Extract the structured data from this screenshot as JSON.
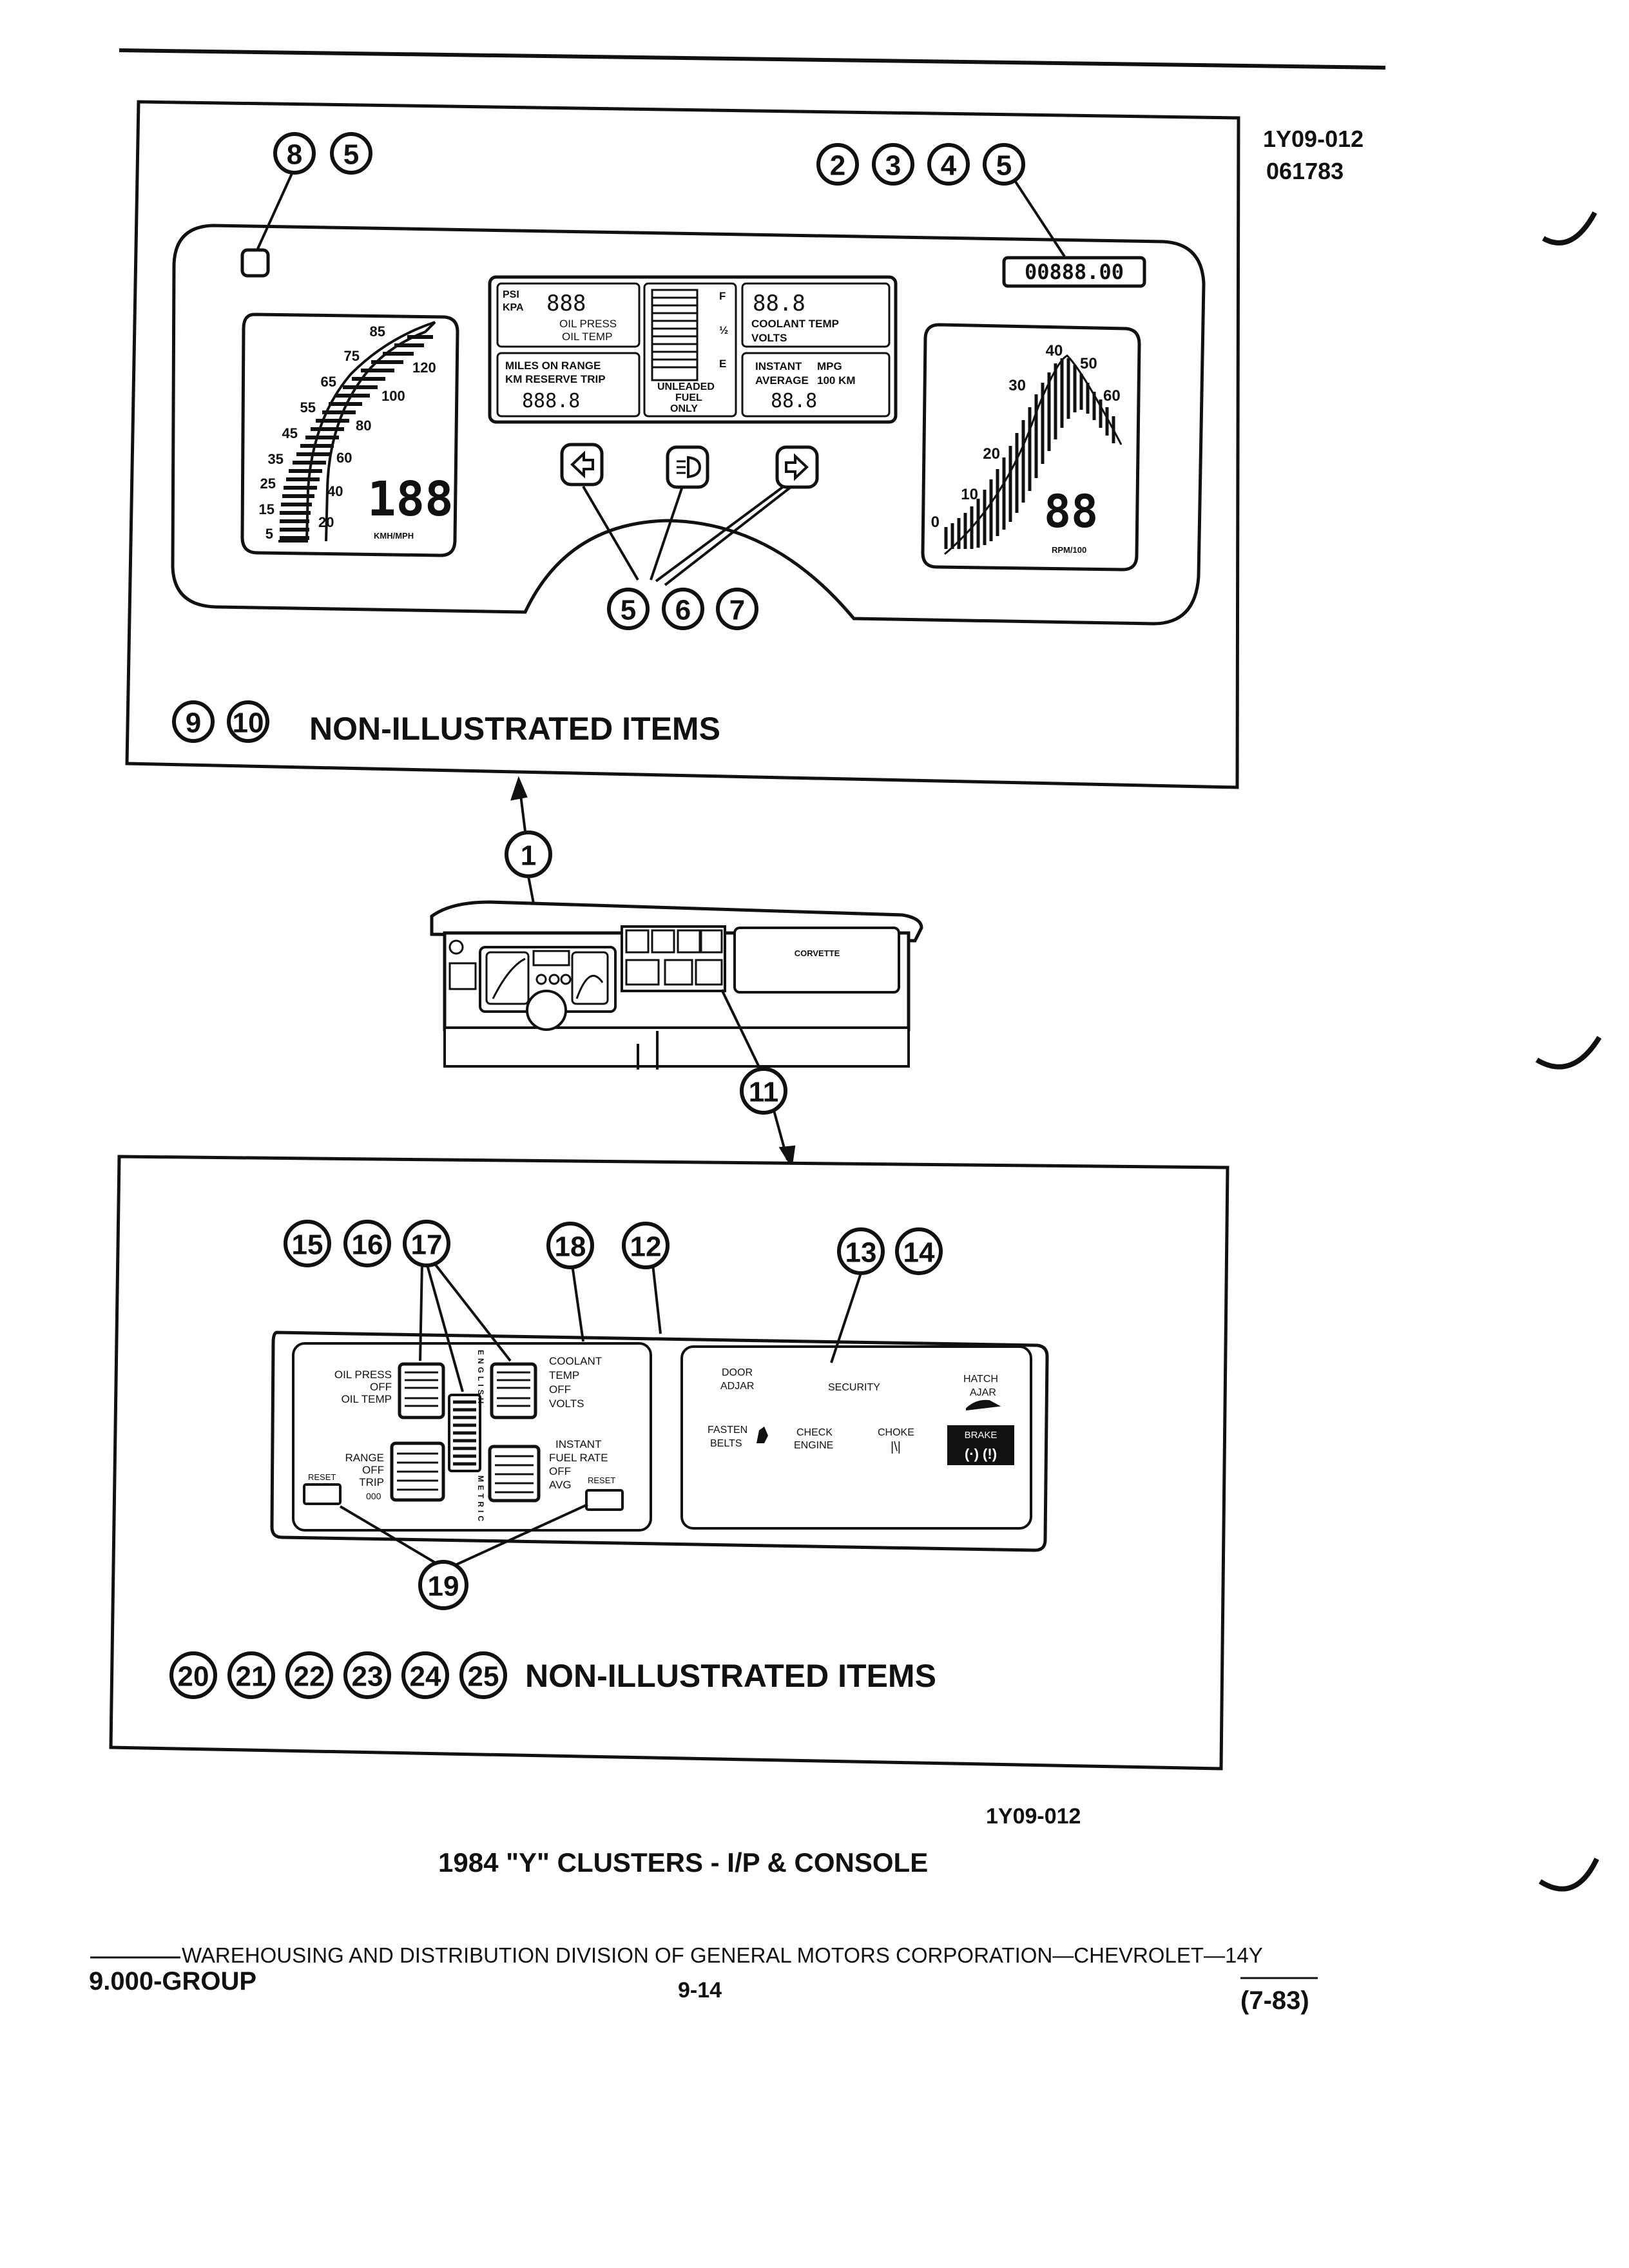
{
  "doc": {
    "ref_code": "1Y09-012",
    "ref_date": "061783",
    "figure_code": "1Y09-012",
    "figure_title": "1984 \"Y\" CLUSTERS - I/P & CONSOLE",
    "footer_line": "WAREHOUSING AND DISTRIBUTION  DIVISION OF GENERAL MOTORS CORPORATION—CHEVROLET—14Y",
    "footer_group": "9.000-GROUP",
    "footer_page": "9-14",
    "footer_date": "(7-83)"
  },
  "ip_cluster": {
    "non_illustrated": "NON-ILLUSTRATED ITEMS",
    "odometer": "00888.00",
    "speedo_left_scale": [
      "85",
      "75",
      "65",
      "55",
      "45",
      "35",
      "25",
      "15",
      "5"
    ],
    "speedo_right_scale": [
      "120",
      "100",
      "80",
      "60",
      "40",
      "20"
    ],
    "speed_digits": "188",
    "speed_units": "KMH/MPH",
    "tach_scale": [
      "0",
      "10",
      "20",
      "30",
      "40",
      "50",
      "60"
    ],
    "tach_digits": "88",
    "tach_units": "RPM/100",
    "oil_panel": {
      "psi": "PSI",
      "kpa": "KPA",
      "oil_press": "OIL PRESS",
      "oil_temp": "OIL TEMP",
      "digits": "888"
    },
    "range_panel": {
      "line1": "MILES ON RANGE",
      "line2": "KM RESERVE TRIP",
      "digits": "888.8"
    },
    "fuel_panel": {
      "f": "F",
      "half": "½",
      "e": "E",
      "unleaded": "UNLEADED",
      "fuel": "FUEL",
      "only": "ONLY"
    },
    "coolant_panel": {
      "digits": "88.8",
      "coolant_temp": "COOLANT TEMP",
      "volts": "VOLTS"
    },
    "mpg_panel": {
      "instant": "INSTANT",
      "mpg": "MPG",
      "average": "AVERAGE",
      "l100km": "100 KM",
      "digits": "88.8"
    }
  },
  "dash": {
    "brand": "CORVETTE"
  },
  "console": {
    "non_illustrated": "NON-ILLUSTRATED ITEMS",
    "left_top_labels": [
      "OIL PRESS",
      "OFF",
      "OIL TEMP"
    ],
    "left_bottom_labels": [
      "RANGE",
      "OFF",
      "TRIP",
      "000"
    ],
    "right_top_labels": [
      "COOLANT",
      "TEMP",
      "OFF",
      "VOLTS"
    ],
    "right_bottom_labels": [
      "INSTANT",
      "FUEL RATE",
      "OFF",
      "AVG"
    ],
    "reset": "RESET",
    "english": "ENGLISH",
    "metric": "METRIC",
    "door_ajar": [
      "DOOR",
      "ADJAR"
    ],
    "security": "SECURITY",
    "hatch_ajar": [
      "HATCH",
      "AJAR"
    ],
    "fasten_belts": [
      "FASTEN",
      "BELTS"
    ],
    "check_engine": [
      "CHECK",
      "ENGINE"
    ],
    "choke": "CHOKE",
    "brake": "BRAKE"
  },
  "callouts": {
    "c1": "1",
    "c2": "2",
    "c3": "3",
    "c4": "4",
    "c5": "5",
    "c6": "6",
    "c7": "7",
    "c8": "8",
    "c9": "9",
    "c10": "10",
    "c11": "11",
    "c12": "12",
    "c13": "13",
    "c14": "14",
    "c15": "15",
    "c16": "16",
    "c17": "17",
    "c18": "18",
    "c19": "19",
    "c20": "20",
    "c21": "21",
    "c22": "22",
    "c23": "23",
    "c24": "24",
    "c25": "25"
  }
}
